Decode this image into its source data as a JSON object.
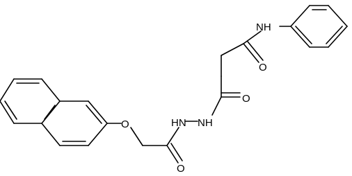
{
  "diagram": {
    "type": "chemical-structure",
    "atom_labels": {
      "nh_anilide": "NH",
      "o_anilide": "O",
      "o_hydrazide_top": "O",
      "hn_hydrazide": "HN",
      "nh_hydrazide": "NH",
      "o_ether": "O",
      "o_hydrazide_bottom": "O"
    },
    "colors": {
      "bond": "#000000",
      "label": "#000000",
      "background": "#ffffff"
    }
  }
}
